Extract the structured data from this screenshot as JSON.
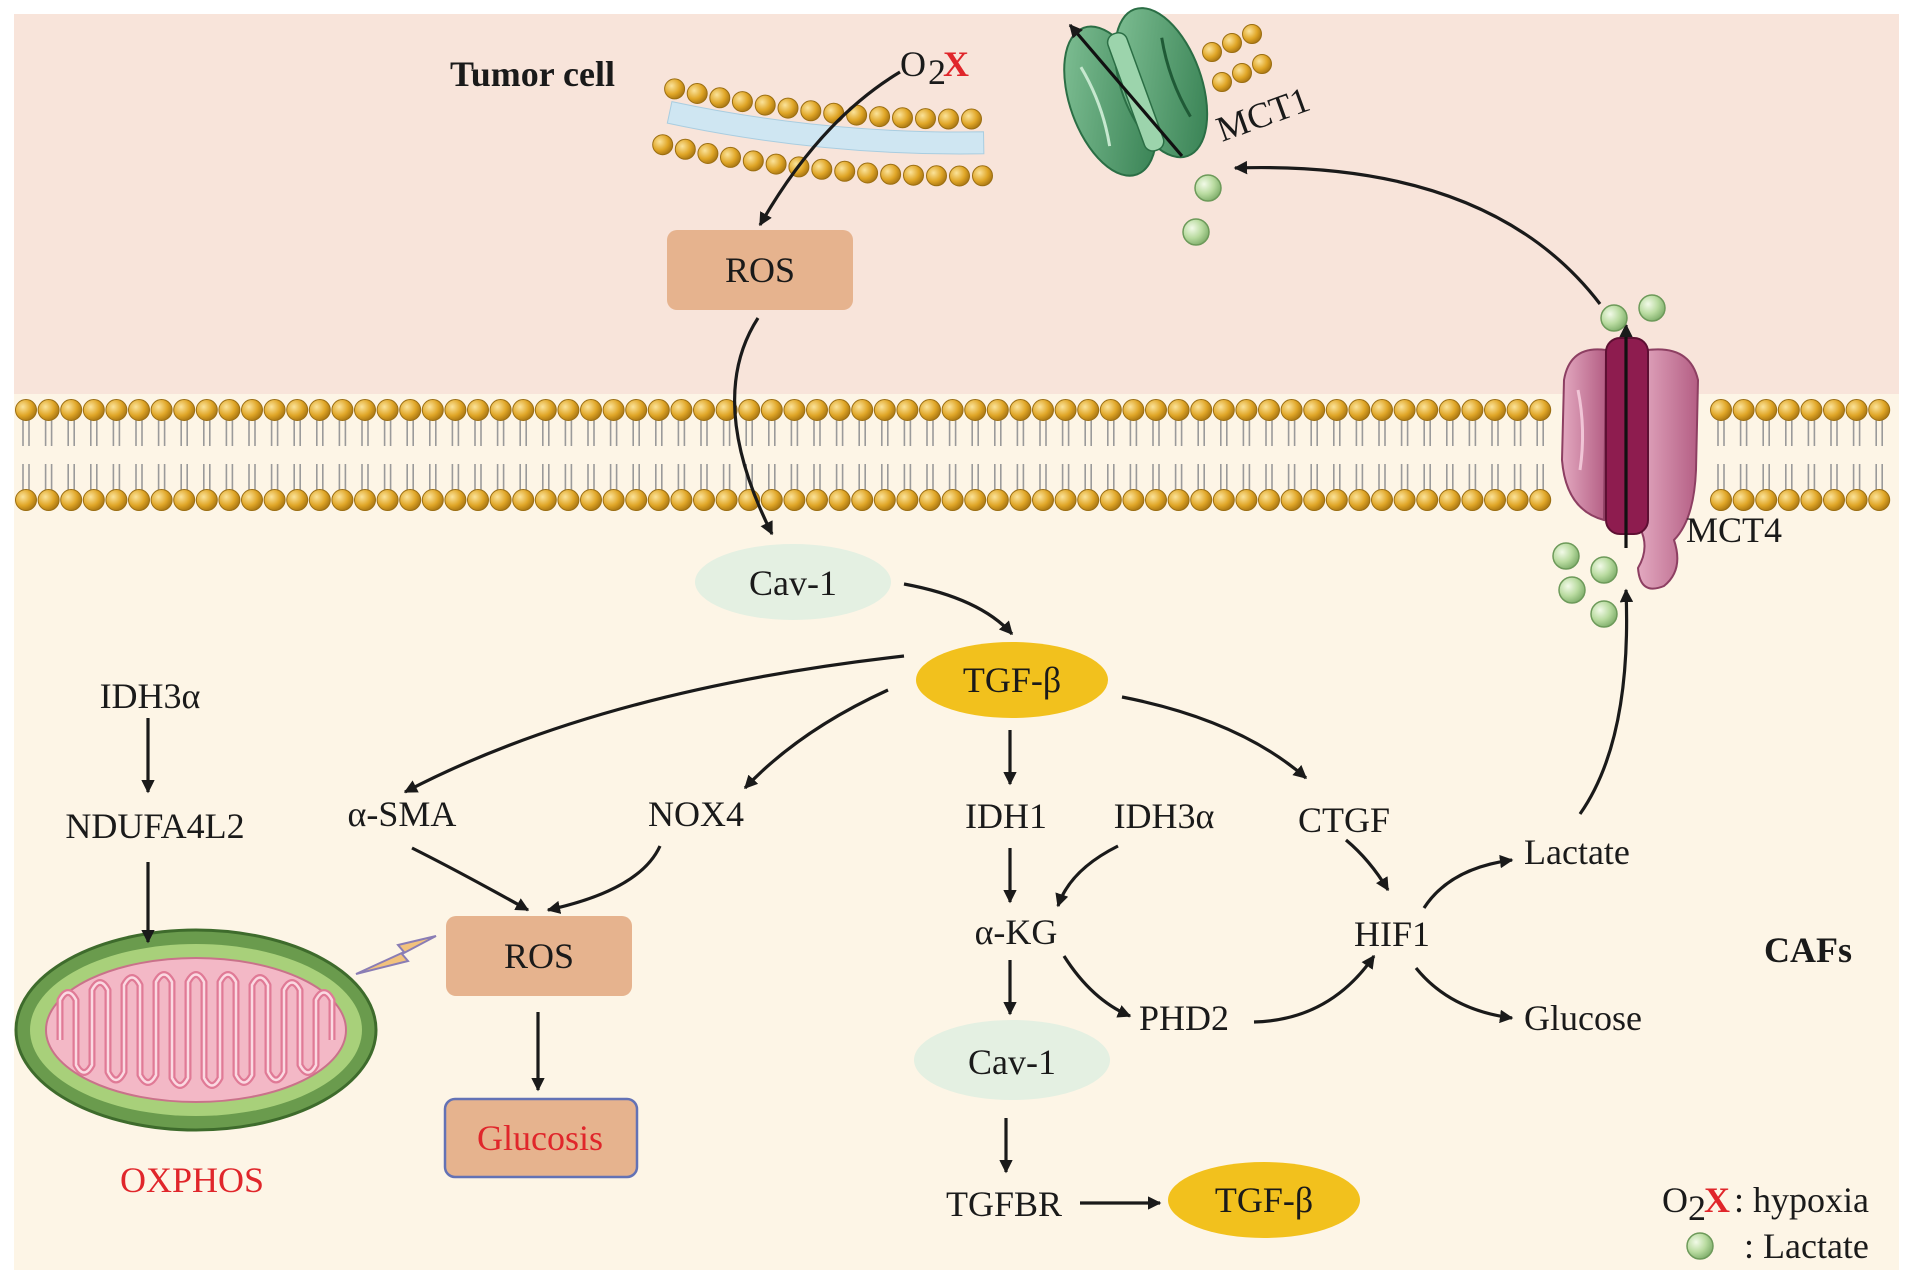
{
  "labels": {
    "tumor_cell": "Tumor cell",
    "cafs": "CAFs",
    "o2": "O",
    "o2_sub": "2",
    "hypoxia_x": "X",
    "mct1": "MCT1",
    "mct4": "MCT4",
    "ros_top": "ROS",
    "cav1_top": "Cav-1",
    "tgfb_main": "TGF-β",
    "idh3a_left": "IDH3α",
    "ndufa4l2": "NDUFA4L2",
    "oxphos": "OXPHOS",
    "asma": "α-SMA",
    "nox4": "NOX4",
    "ros_mid": "ROS",
    "glucosis": "Glucosis",
    "idh1": "IDH1",
    "idh3a_mid": "IDH3α",
    "ctgf": "CTGF",
    "akg": "α-KG",
    "phd2": "PHD2",
    "hif1": "HIF1",
    "lactate": "Lactate",
    "glucose": "Glucose",
    "cav1_bottom": "Cav-1",
    "tgfbr": "TGFBR",
    "tgfb_bottom": "TGF-β"
  },
  "legend": {
    "o2": "O",
    "o2_sub": "2",
    "x": "X",
    "hypoxia": ": hypoxia",
    "lactate": ": Lactate"
  },
  "colors": {
    "tumor_bg": "#f8e4da",
    "caf_bg": "#fdf5e6",
    "ros_box": "#e6b38e",
    "cav1_ellipse": "#e4f0e2",
    "tgfb_ellipse": "#f2c11d",
    "red_text": "#e0262b",
    "mct1": "#4f9b6a",
    "mct4": "#c47598",
    "lactate_ball": "#b9dba0",
    "lipid_head": "#e0a627"
  }
}
